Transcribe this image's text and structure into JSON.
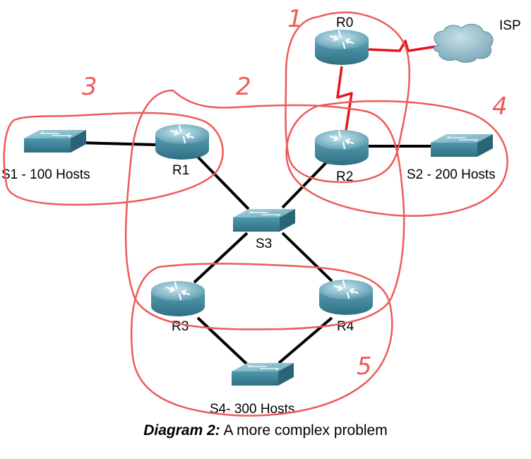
{
  "nodes": {
    "r0": "R0",
    "r1": "R1",
    "r2": "R2",
    "r3": "R3",
    "r4": "R4",
    "s1": "S1 - 100 Hosts",
    "s2": "S2 - 200 Hosts",
    "s3": "S3",
    "s4": "S4- 300 Hosts",
    "isp": "ISP"
  },
  "annotations": {
    "a1": "1",
    "a2": "2",
    "a3": "3",
    "a4": "4",
    "a5": "5"
  },
  "caption": {
    "title": "Diagram 2:",
    "text": " A more complex problem"
  },
  "colors": {
    "link": "#000000",
    "serial_link": "#e8141b",
    "annotation": "#ee5a5a",
    "device": "#4d98ad"
  }
}
